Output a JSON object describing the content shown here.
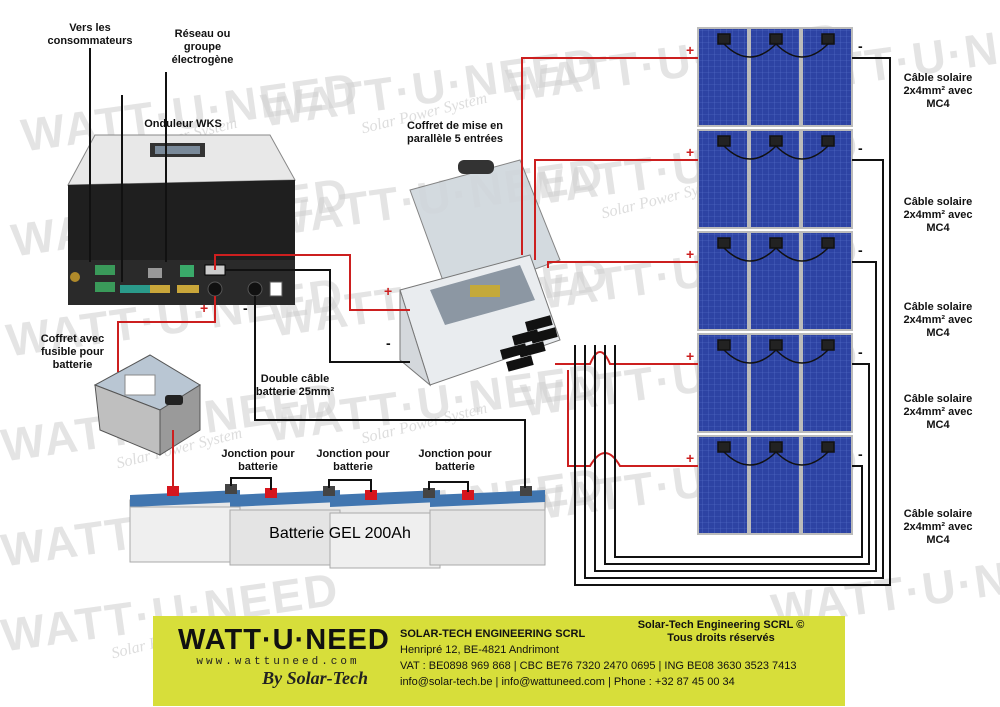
{
  "labels": {
    "consumers": "Vers les consommateurs",
    "grid": "Réseau ou groupe électrogène",
    "inverter": "Onduleur WKS",
    "combiner": "Coffret de mise en parallèle 5 entrées",
    "fusebox": "Coffret avec fusible pour batterie",
    "double_cable": "Double câble batterie 25mm²",
    "junction": "Jonction pour batterie",
    "battery": "Batterie GEL 200Ah",
    "solar_cable": "Câble solaire 2x4mm² avec MC4",
    "plus": "+",
    "minus": "-"
  },
  "watermark": {
    "brand": "WATT·U·NEED",
    "tagline": "Solar Power System"
  },
  "footer": {
    "logo": "WATT·U·NEED",
    "url": "www.wattuneed.com",
    "by": "By Solar-Tech",
    "company_name": "SOLAR-TECH ENGINEERING SCRL",
    "address": "Henripré 12, BE-4821 Andrimont",
    "vat": "VAT : BE0898 969 868  | CBC BE76 7320 2470 0695 | ING BE08 3630 3523 7413",
    "contact": "info@solar-tech.be | info@wattuneed.com |  Phone : +32 87 45 00 34",
    "rights_line1": "Solar-Tech Engineering SCRL ©",
    "rights_line2": "Tous droits réservés"
  },
  "colors": {
    "positive_wire": "#cc1f1f",
    "negative_wire": "#111111",
    "panel_blue": "#2b3f9c",
    "battery_blue": "#3d6fa8",
    "footer_bg": "#d7de3a"
  }
}
